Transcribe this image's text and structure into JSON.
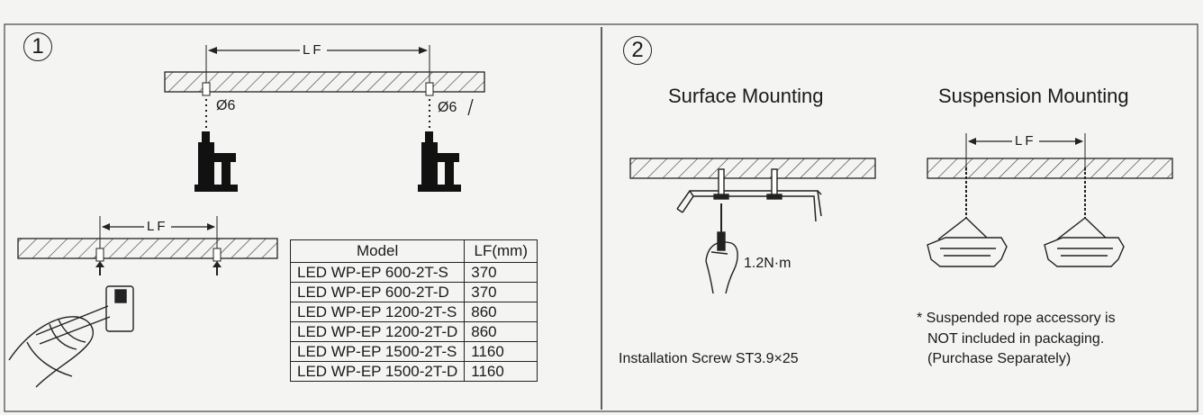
{
  "steps": {
    "one": "1",
    "two": "2"
  },
  "step1": {
    "top_lf": "LF",
    "hole_left": "Ø6",
    "hole_right": "Ø6",
    "bottom_lf": "LF",
    "table": {
      "headers": [
        "Model",
        "LF(mm)"
      ],
      "rows": [
        [
          "LED WP-EP 600-2T-S",
          "370"
        ],
        [
          "LED WP-EP 600-2T-D",
          "370"
        ],
        [
          "LED WP-EP 1200-2T-S",
          "860"
        ],
        [
          "LED WP-EP 1200-2T-D",
          "860"
        ],
        [
          "LED WP-EP 1500-2T-S",
          "1160"
        ],
        [
          "LED WP-EP 1500-2T-D",
          "1160"
        ]
      ]
    }
  },
  "step2": {
    "surface_title": "Surface Mounting",
    "suspension_title": "Suspension Mounting",
    "torque": "1.2N·m",
    "screw_note": "Installation Screw ST3.9×25",
    "suspension_lf": "LF",
    "note_line1": "* Suspended rope accessory is",
    "note_line2": "NOT included in packaging.",
    "note_line3": "(Purchase Separately)"
  },
  "icons": [
    "drill-icon",
    "hammer-hand-icon",
    "screwdriver-hand-icon",
    "luminaire-icon"
  ]
}
